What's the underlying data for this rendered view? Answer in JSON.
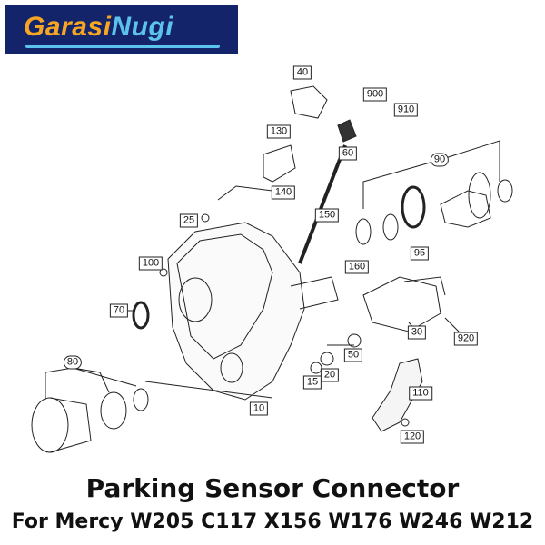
{
  "logo": {
    "part1": "Garasi",
    "part2": "Nugi"
  },
  "diagram": {
    "labels": [
      "40",
      "900",
      "910",
      "60",
      "130",
      "140",
      "90",
      "25",
      "150",
      "95",
      "100",
      "160",
      "70",
      "30",
      "920",
      "50",
      "80",
      "20",
      "15",
      "110",
      "10",
      "120"
    ]
  },
  "title": "Parking Sensor Connector",
  "subtitle": "For Mercy  W205 C117 X156 W176 W246 W212",
  "colors": {
    "logo_bg": "#14246a",
    "logo_orange": "#f6a623",
    "logo_blue": "#5cc3ea"
  }
}
